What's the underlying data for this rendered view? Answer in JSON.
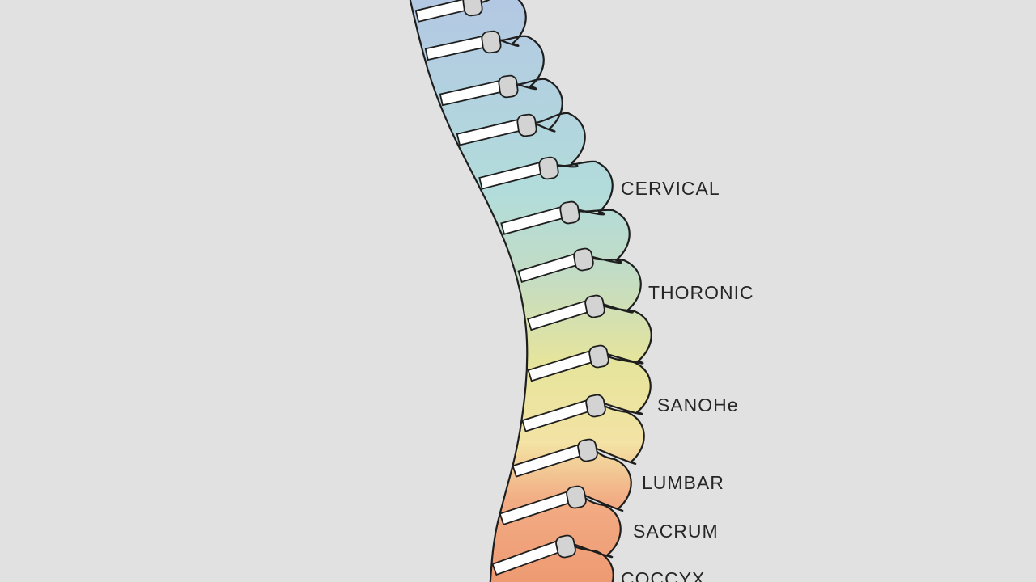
{
  "labels": {
    "cervical": "CERVICAL",
    "thoronic": "THORONIC",
    "sanohe": "SANOHe",
    "lumbar": "LUMBAR",
    "sacrum": "SACRUM",
    "coccyx": "COCCYX"
  },
  "colors": {
    "background": "#e1e1e1",
    "outline": "#1e1e1e",
    "disc": "#ffffff",
    "pedicle": "#d3d3d3",
    "spine_gradient": [
      "#b3c8e3",
      "#b2dcdb",
      "#c2dcc5",
      "#e5e49c",
      "#f3e3a4",
      "#f2ac84",
      "#ee9a72"
    ]
  },
  "vertebra_count": 13
}
